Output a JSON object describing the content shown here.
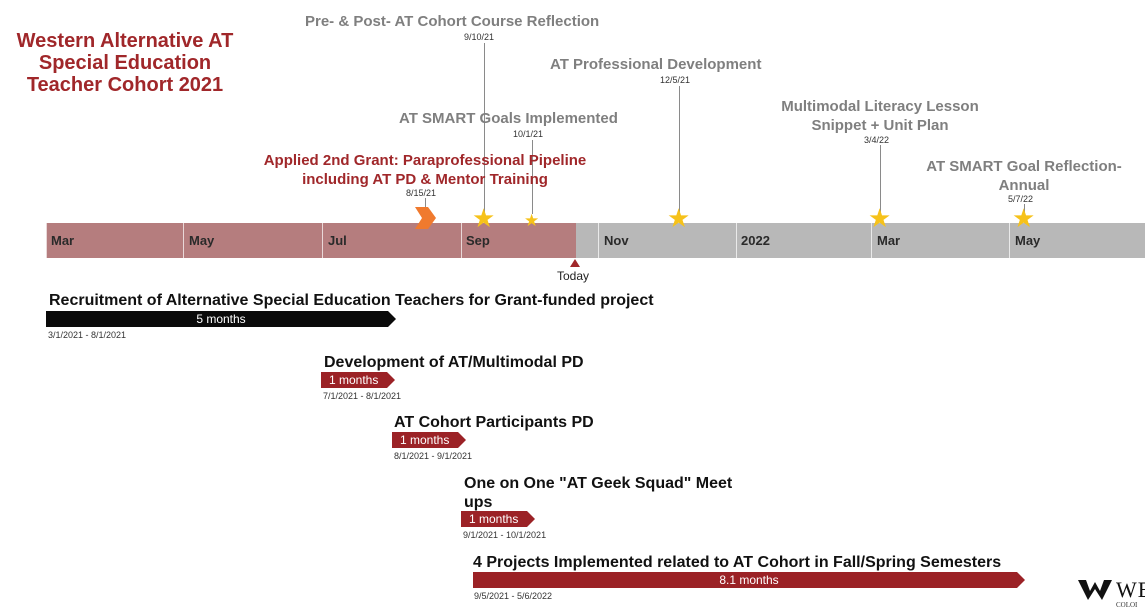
{
  "title": [
    "Western Alternative AT",
    "Special Education",
    "Teacher Cohort 2021"
  ],
  "timeline": {
    "months": [
      "Mar",
      "May",
      "Jul",
      "Sep",
      "Nov",
      "2022",
      "Mar",
      "May"
    ],
    "today_label": "Today"
  },
  "milestones": [
    {
      "title": "Pre- & Post- AT Cohort Course Reflection",
      "date": "9/10/21",
      "marker": "star"
    },
    {
      "title": "AT Professional Development",
      "date": "12/5/21",
      "marker": "star"
    },
    {
      "title": "AT SMART Goals Implemented",
      "date": "10/1/21",
      "marker": "star-small"
    },
    {
      "title_lines": [
        "Multimodal Literacy Lesson",
        "Snippet + Unit Plan"
      ],
      "date": "3/4/22",
      "marker": "star"
    },
    {
      "title_lines": [
        "Applied 2nd Grant: Paraprofessional Pipeline",
        "including AT PD & Mentor Training"
      ],
      "date": "8/15/21",
      "marker": "chevron",
      "color": "#a0272a"
    },
    {
      "title_lines": [
        "AT SMART Goal Reflection-",
        "Annual"
      ],
      "date": "5/7/22",
      "marker": "star"
    }
  ],
  "tasks": [
    {
      "title": "Recruitment of Alternative Special Education Teachers for Grant-funded project",
      "duration": "5 months",
      "dates": "3/1/2021 - 8/1/2021"
    },
    {
      "title": "Development of AT/Multimodal PD",
      "duration": "1 months",
      "dates": "7/1/2021 - 8/1/2021"
    },
    {
      "title": "AT Cohort Participants PD",
      "duration": "1 months",
      "dates": "8/1/2021 - 9/1/2021"
    },
    {
      "title_lines": [
        "One on One \"AT Geek Squad\" Meet",
        "ups"
      ],
      "duration": "1 months",
      "dates": "9/1/2021 - 10/1/2021"
    },
    {
      "title": "4 Projects Implemented related to AT Cohort in Fall/Spring Semesters",
      "duration": "8.1 months",
      "dates": "9/5/2021 - 5/6/2022"
    }
  ],
  "logo": {
    "text": "WE",
    "subtext": "COLOI"
  },
  "colors": {
    "brand_red": "#a0272a",
    "past_band": "#b57d7e",
    "future_band": "#b8b8b8",
    "star": "#f6c21a",
    "chevron": "#f07a2e"
  }
}
